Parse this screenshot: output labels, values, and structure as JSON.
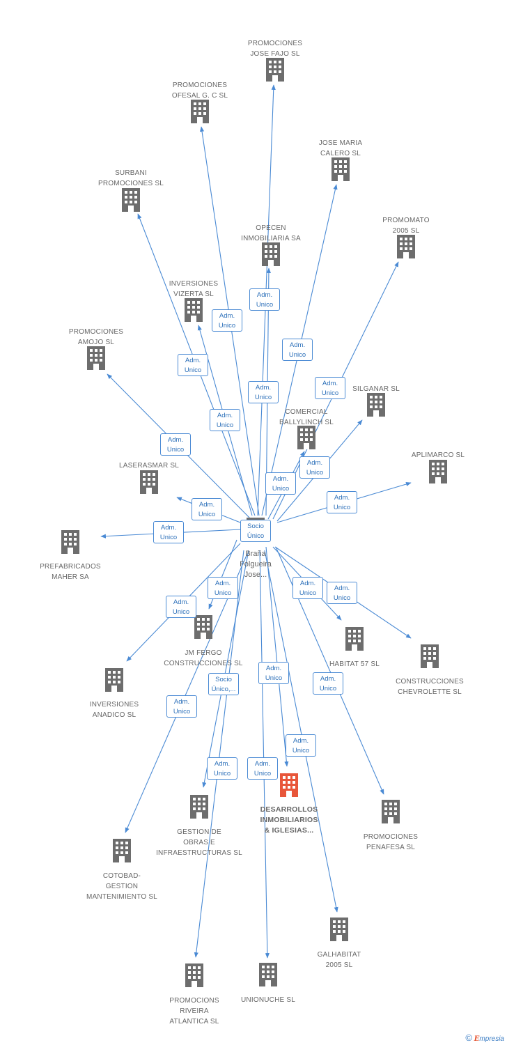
{
  "colors": {
    "edge": "#4a8ad4",
    "building": "#6d6d6d",
    "focus_building": "#e8563a",
    "label_text": "#666666"
  },
  "center": {
    "name": "Braña\nFolgueira\nJose...",
    "role": "Socio\nÚnico"
  },
  "nodes": [
    {
      "id": "josefajo",
      "name": "PROMOCIONES\nJOSE FAJO SL",
      "focus": false
    },
    {
      "id": "ofesal",
      "name": "PROMOCIONES\nOFESAL G. C SL",
      "focus": false
    },
    {
      "id": "calero",
      "name": "JOSE MARIA\nCALERO SL",
      "focus": false
    },
    {
      "id": "surbani",
      "name": "SURBANI\nPROMOCIONES SL",
      "focus": false
    },
    {
      "id": "opecen",
      "name": "OPECEN\nINMOBILIARIA SA",
      "focus": false
    },
    {
      "id": "promomato",
      "name": "PROMOMATO\n2005 SL",
      "focus": false
    },
    {
      "id": "vizerta",
      "name": "INVERSIONES\nVIZERTA SL",
      "focus": false
    },
    {
      "id": "amojo",
      "name": "PROMOCIONES\nAMOJO SL",
      "focus": false
    },
    {
      "id": "silganar",
      "name": "SILGANAR SL",
      "focus": false
    },
    {
      "id": "ballylinch",
      "name": "COMERCIAL\nBALLYLINCH SL",
      "focus": false
    },
    {
      "id": "laserasmar",
      "name": "LASERASMAR SL",
      "focus": false
    },
    {
      "id": "aplimarco",
      "name": "APLIMARCO SL",
      "focus": false
    },
    {
      "id": "maher",
      "name": "PREFABRICADOS\nMAHER SA",
      "focus": false
    },
    {
      "id": "jmfergo",
      "name": "JM FERGO\nCONSTRUCCIONES SL",
      "focus": false
    },
    {
      "id": "habitat57",
      "name": "HABITAT 57 SL",
      "focus": false
    },
    {
      "id": "chevrolette",
      "name": "CONSTRUCCIONES\nCHEVROLETTE SL",
      "focus": false
    },
    {
      "id": "anadico",
      "name": "INVERSIONES\nANADICO SL",
      "focus": false
    },
    {
      "id": "desarrollos",
      "name": "DESARROLLOS\nINMOBILIARIOS\n& IGLESIAS...",
      "focus": true
    },
    {
      "id": "penafesa",
      "name": "PROMOCIONES\nPENAFESA SL",
      "focus": false
    },
    {
      "id": "gestion",
      "name": "GESTION DE\nOBRAS E\nINFRAESTRUCTURAS SL",
      "focus": false
    },
    {
      "id": "cotobad",
      "name": "COTOBAD-\nGESTION\nMANTENIMIENTO SL",
      "focus": false
    },
    {
      "id": "galhabitat",
      "name": "GALHABITAT\n2005 SL",
      "focus": false
    },
    {
      "id": "riveira",
      "name": "PROMOCIONS\nRIVEIRA\nATLANTICA SL",
      "focus": false
    },
    {
      "id": "unionuche",
      "name": "UNIONUCHE SL",
      "focus": false
    }
  ],
  "edge_labels": [
    "Adm.\nUnico",
    "Adm.\nUnico",
    "Adm.\nUnico",
    "Adm.\nUnico",
    "Adm.\nUnico",
    "Adm.\nUnico",
    "Adm.\nUnico",
    "Adm.\nUnico",
    "Adm.\nUnico",
    "Adm.\nUnico",
    "Adm.\nUnico",
    "Adm.\nUnico",
    "Adm.\nUnico",
    "Adm.\nUnico",
    "Adm.\nUnico",
    "Adm.\nUnico",
    "Adm.\nUnico",
    "Adm.\nUnico",
    "Adm.\nUnico",
    "Socio\nÚnico,...",
    "Adm.\nUnico",
    "Adm.\nUnico",
    "Adm.\nUnico",
    "Adm.\nUnico"
  ],
  "footer": {
    "copyright": "©",
    "brand_initial": "E",
    "brand_rest": "mpresia"
  }
}
